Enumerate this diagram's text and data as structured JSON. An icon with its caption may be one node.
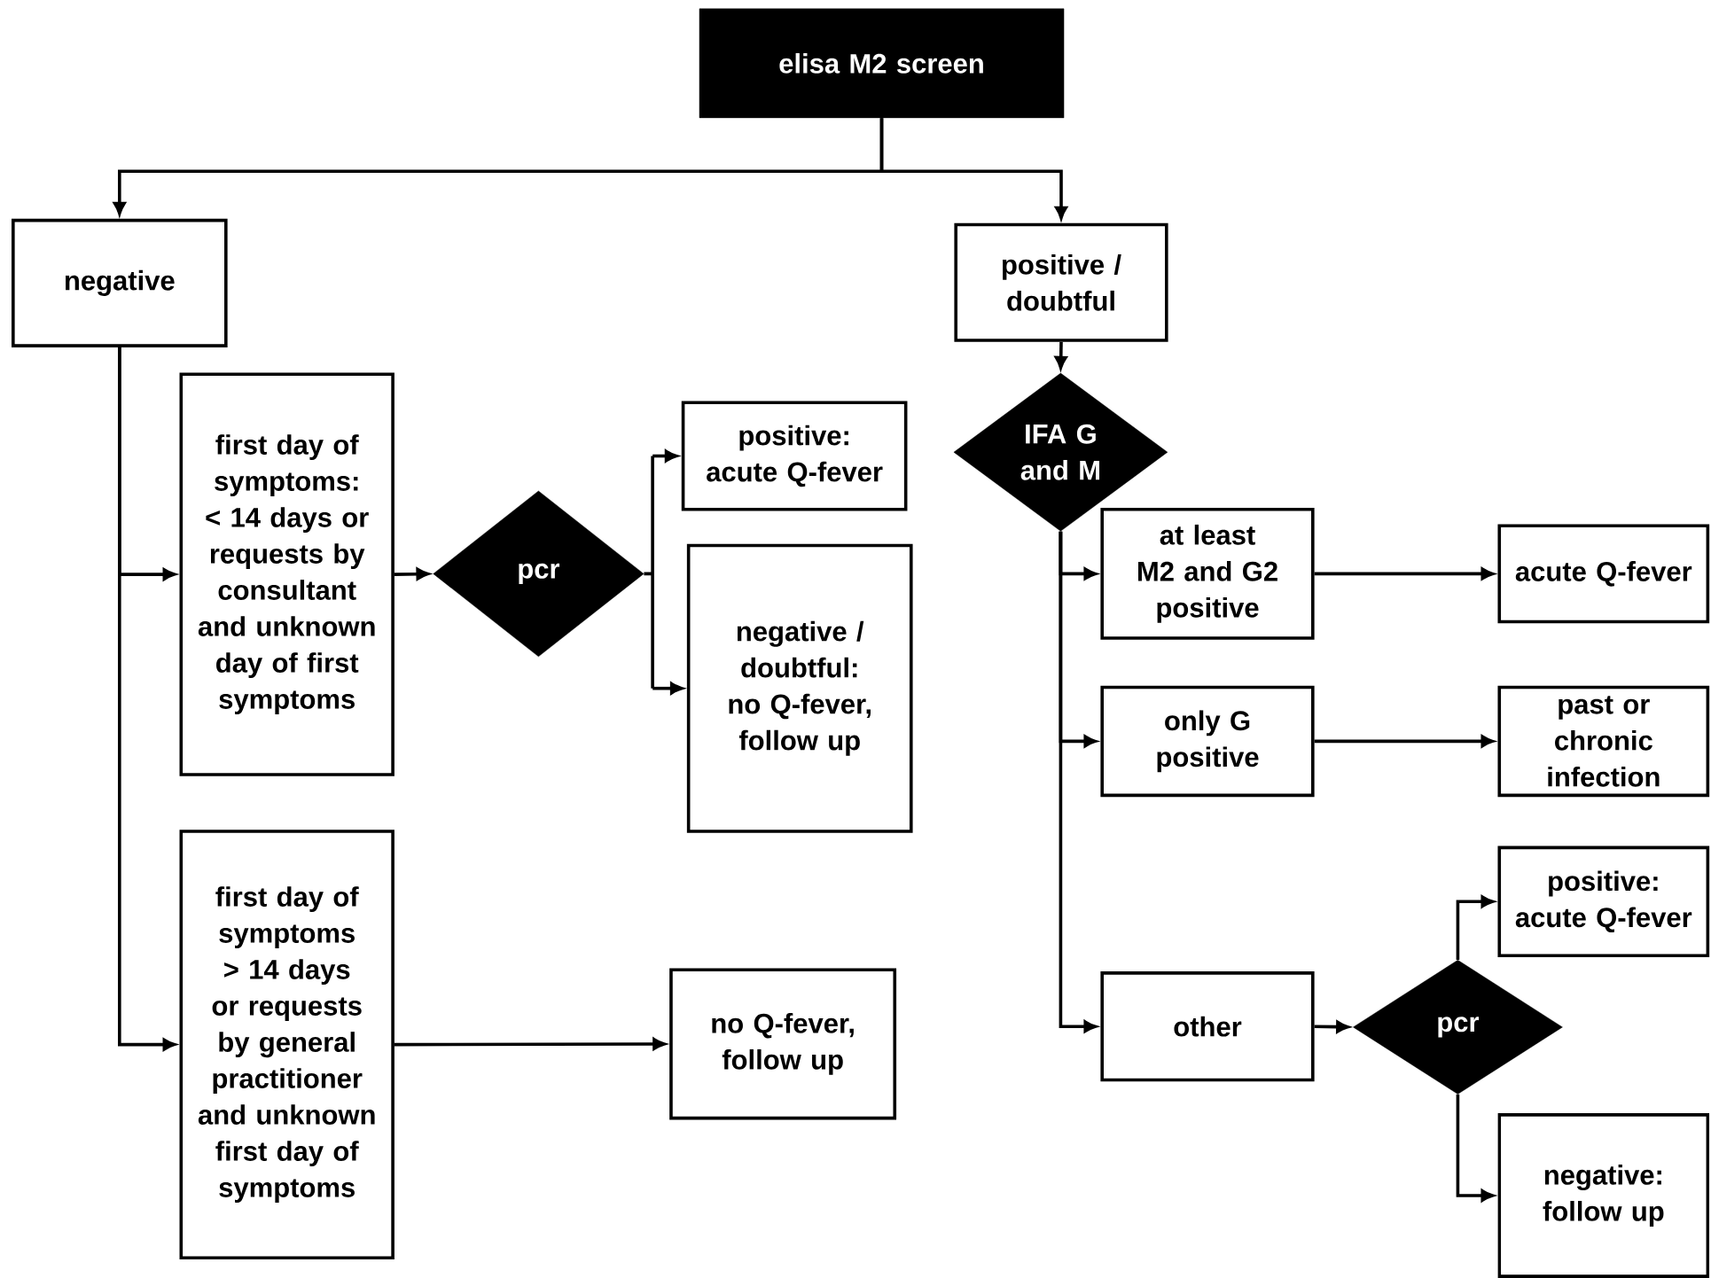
{
  "diagram": {
    "nodes": [
      {
        "text": [
          "elisa M2 screen"
        ]
      },
      {
        "text": [
          "negative"
        ]
      },
      {
        "text": [
          "positive / doubtful"
        ]
      },
      {
        "text": [
          "IFA G and M"
        ]
      },
      {
        "text": [
          "first day of symptoms: < 14 days or requests by consultant and unknown day of first symptoms"
        ]
      },
      {
        "text": [
          "pcr"
        ]
      },
      {
        "text": [
          "positive: acute Q-fever"
        ]
      },
      {
        "text": [
          "negative / doubtful: no Q-fever, follow up"
        ]
      },
      {
        "text": [
          "first day of symptoms > 14 days or requests by general practitioner and unknown first day of symptoms"
        ]
      },
      {
        "text": [
          "no Q-fever, follow up"
        ]
      },
      {
        "text": [
          "at least M2 and G2 positive"
        ]
      },
      {
        "text": [
          "acute Q-fever"
        ]
      },
      {
        "text": [
          "only G positive"
        ]
      },
      {
        "text": [
          "past or chronic infection"
        ]
      },
      {
        "text": [
          "other"
        ]
      },
      {
        "text": [
          "pcr"
        ]
      },
      {
        "text": [
          "positive: acute Q-fever"
        ]
      },
      {
        "text": [
          "negative: follow up"
        ]
      }
    ],
    "edges": [
      {
        "from": 0,
        "to": 1,
        "arrow": "to"
      },
      {
        "from": 0,
        "to": 2,
        "arrow": "to"
      },
      {
        "from": 1,
        "to": 4,
        "arrow": "to"
      },
      {
        "from": 1,
        "to": 8,
        "arrow": "to"
      },
      {
        "from": 4,
        "to": 5,
        "arrow": "to"
      },
      {
        "from": 5,
        "to": 6,
        "arrow": "to"
      },
      {
        "from": 5,
        "to": 7,
        "arrow": "to"
      },
      {
        "from": 8,
        "to": 9,
        "arrow": "to"
      },
      {
        "from": 2,
        "to": 3,
        "arrow": "to"
      },
      {
        "from": 3,
        "to": 10,
        "arrow": "to"
      },
      {
        "from": 3,
        "to": 12,
        "arrow": "to"
      },
      {
        "from": 3,
        "to": 14,
        "arrow": "to"
      },
      {
        "from": 10,
        "to": 11,
        "arrow": "to"
      },
      {
        "from": 12,
        "to": 13,
        "arrow": "to"
      },
      {
        "from": 14,
        "to": 15,
        "arrow": "to"
      },
      {
        "from": 15,
        "to": 16,
        "arrow": "to"
      },
      {
        "from": 15,
        "to": 17,
        "arrow": "to"
      }
    ]
  }
}
